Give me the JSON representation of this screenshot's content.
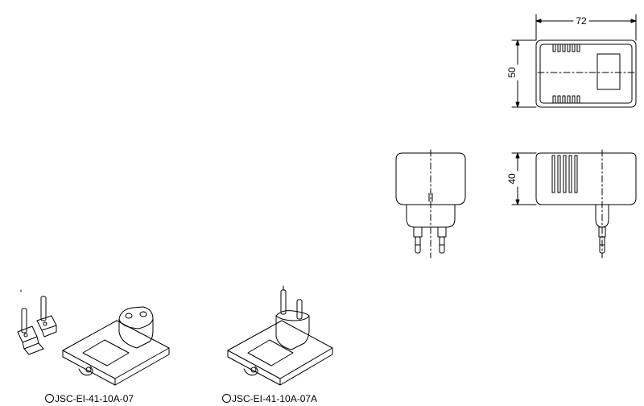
{
  "dimensions": {
    "width": "72",
    "height": "50",
    "depth": "40"
  },
  "captions": {
    "model_a": "JSC-EI-41-10A-07",
    "model_b": "JSC-EI-41-10A-07A"
  },
  "colors": {
    "line": "#000000",
    "background": "#ffffff"
  }
}
